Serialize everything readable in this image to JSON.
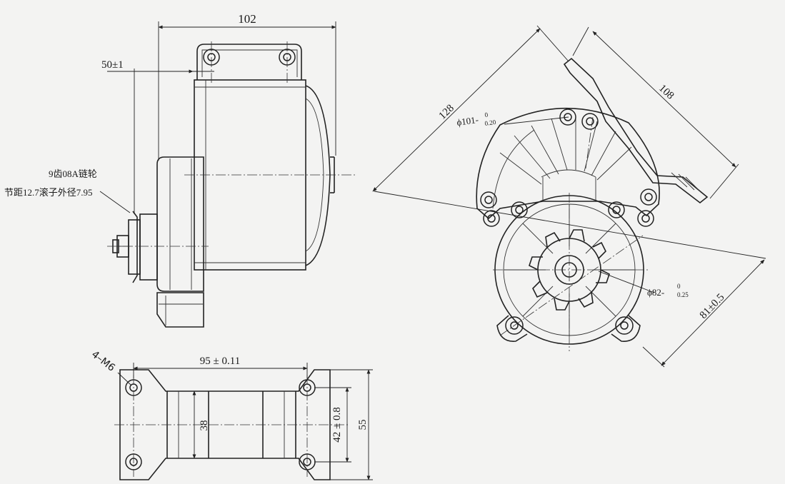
{
  "side_view": {
    "overall_length": "102",
    "shaft_offset": "50±1",
    "sprocket_spec": "9齿08A链轮",
    "sprocket_pitch": "节距12.7滚子外径7.95"
  },
  "bottom_view": {
    "thread_spec": "4–M6",
    "hole_spacing_x": "95 ± 0.11",
    "center_width": "38",
    "hole_spacing_y": "42 ± 0.8",
    "overall_height": "55"
  },
  "front_view": {
    "width_dim": "128",
    "depth_dim": "108",
    "outer_diameter": "ϕ101-",
    "outer_tol_upper": "0",
    "outer_tol_lower": "0.20",
    "inner_diameter": "ϕ82-",
    "inner_tol_upper": "0",
    "inner_tol_lower": "0.25",
    "diagonal_dim": "81±0.5"
  }
}
